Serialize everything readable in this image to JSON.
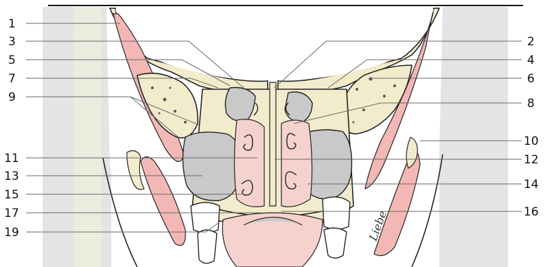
{
  "labels": {
    "left": [
      "1",
      "3",
      "5",
      "7",
      "9",
      "11",
      "13",
      "15",
      "17",
      "19"
    ],
    "right": [
      "2",
      "4",
      "6",
      "8",
      "10",
      "12",
      "14",
      "16"
    ]
  },
  "signature": "Liebe",
  "colors": {
    "bone": "#f3eccc",
    "air_sinus": "#c9c9c9",
    "muscle": "#f3b8b6",
    "mucosa": "#f6d2cf",
    "background_panel": "#e2e2e2"
  }
}
